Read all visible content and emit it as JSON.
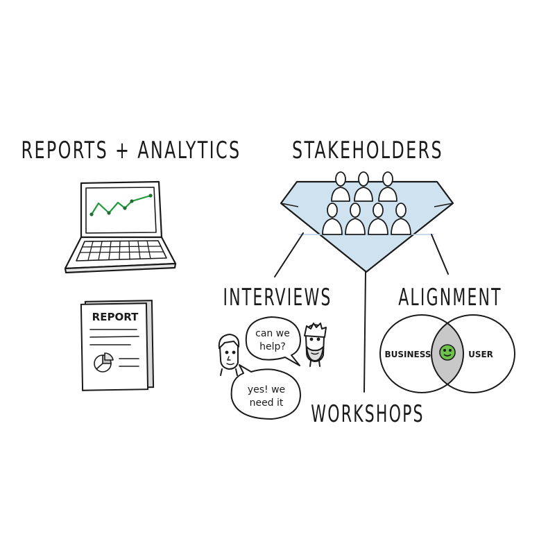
{
  "titles": {
    "reports": "REPORTS + ANALYTICS",
    "stakeholders": "STAKEHOLDERS",
    "interviews": "INTERVIEWS",
    "alignment": "ALIGNMENT",
    "workshops": "WORKSHOPS"
  },
  "report_doc": {
    "heading": "REPORT"
  },
  "speech": {
    "question_line1": "can we",
    "question_line2": "help?",
    "answer_line1": "yes! we",
    "answer_line2": "need it"
  },
  "venn": {
    "left": "BUSINESS",
    "right": "USER"
  },
  "colors": {
    "ink": "#1a1a1a",
    "funnel_fill": "#cfe2f0",
    "chart_line": "#1f9a3a",
    "smiley": "#6cc24a",
    "overlap": "#c8c8c8",
    "doc_shadow": "#d9d9d9"
  }
}
